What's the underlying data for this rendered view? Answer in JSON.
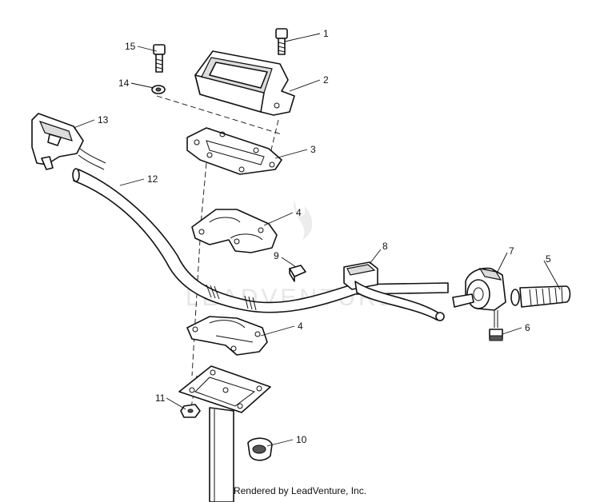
{
  "callouts": {
    "c1": "1",
    "c2": "2",
    "c3": "3",
    "c4a": "4",
    "c4b": "4",
    "c5": "5",
    "c6": "6",
    "c7": "7",
    "c8": "8",
    "c9": "9",
    "c10": "10",
    "c11": "11",
    "c12": "12",
    "c13": "13",
    "c14": "14",
    "c15": "15"
  },
  "watermark": "LEADVENTURE",
  "footer": {
    "credit": "Rendered by LeadVenture, Inc."
  }
}
